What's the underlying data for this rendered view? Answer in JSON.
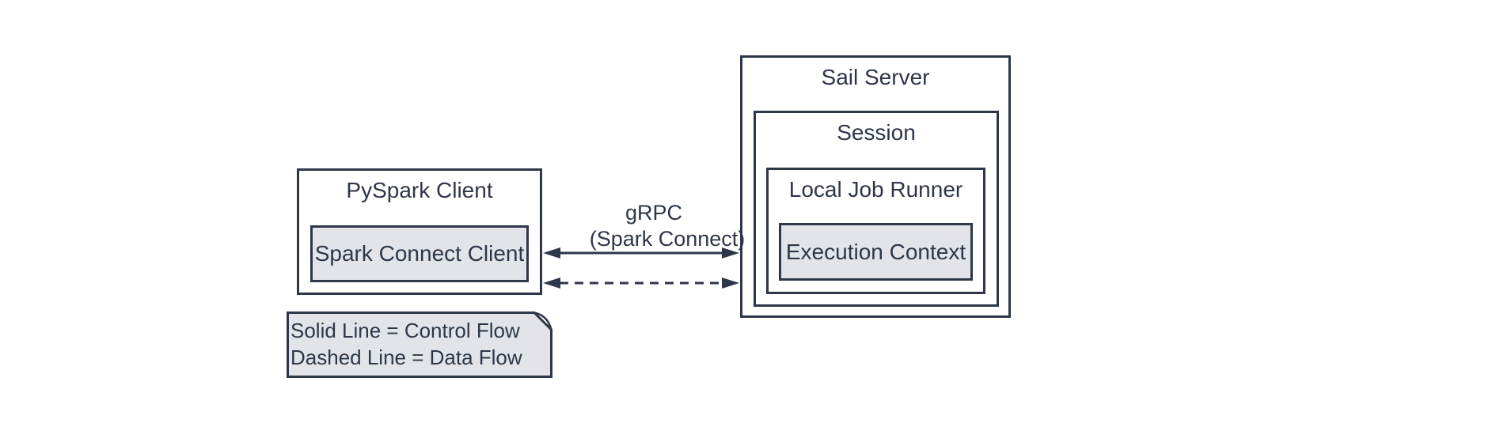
{
  "colors": {
    "stroke": "#2d3748",
    "node_fill": "#e2e4ea",
    "background": "#ffffff"
  },
  "nodes": {
    "pyspark_client": {
      "title": "PySpark Client"
    },
    "spark_connect_client": {
      "label": "Spark Connect Client"
    },
    "sail_server": {
      "title": "Sail Server"
    },
    "session": {
      "title": "Session"
    },
    "local_job_runner": {
      "title": "Local Job Runner"
    },
    "execution_context": {
      "label": "Execution Context"
    }
  },
  "edges": {
    "grpc": {
      "label_line1": "gRPC",
      "label_line2": "(Spark Connect)"
    }
  },
  "note": {
    "line1": "Solid Line = Control Flow",
    "line2": "Dashed Line = Data Flow"
  }
}
